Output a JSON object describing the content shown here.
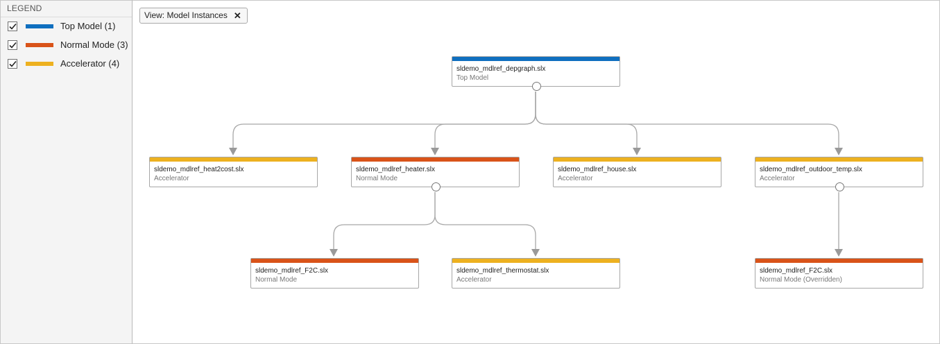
{
  "legend": {
    "title": "LEGEND",
    "items": [
      {
        "label": "Top Model (1)",
        "color": "#0f6fbf",
        "checked": true
      },
      {
        "label": "Normal Mode (3)",
        "color": "#d95319",
        "checked": true
      },
      {
        "label": "Accelerator (4)",
        "color": "#edb120",
        "checked": true
      }
    ]
  },
  "view": {
    "label": "View: Model Instances",
    "close_icon": "close-icon"
  },
  "nodes": [
    {
      "id": "depgraph",
      "name": "sldemo_mdlref_depgraph.slx",
      "mode": "Top Model",
      "color": "#0f6fbf"
    },
    {
      "id": "heat2cost",
      "name": "sldemo_mdlref_heat2cost.slx",
      "mode": "Accelerator",
      "color": "#edb120"
    },
    {
      "id": "heater",
      "name": "sldemo_mdlref_heater.slx",
      "mode": "Normal Mode",
      "color": "#d95319"
    },
    {
      "id": "house",
      "name": "sldemo_mdlref_house.slx",
      "mode": "Accelerator",
      "color": "#edb120"
    },
    {
      "id": "outdoor_temp",
      "name": "sldemo_mdlref_outdoor_temp.slx",
      "mode": "Accelerator",
      "color": "#edb120"
    },
    {
      "id": "f2c_a",
      "name": "sldemo_mdlref_F2C.slx",
      "mode": "Normal Mode",
      "color": "#d95319"
    },
    {
      "id": "thermostat",
      "name": "sldemo_mdlref_thermostat.slx",
      "mode": "Accelerator",
      "color": "#edb120"
    },
    {
      "id": "f2c_b",
      "name": "sldemo_mdlref_F2C.slx",
      "mode": "Normal Mode (Overridden)",
      "color": "#d95319"
    }
  ],
  "edges": [
    {
      "from": "depgraph",
      "to": "heat2cost"
    },
    {
      "from": "depgraph",
      "to": "heater"
    },
    {
      "from": "depgraph",
      "to": "house"
    },
    {
      "from": "depgraph",
      "to": "outdoor_temp"
    },
    {
      "from": "heater",
      "to": "f2c_a"
    },
    {
      "from": "heater",
      "to": "thermostat"
    },
    {
      "from": "outdoor_temp",
      "to": "f2c_b"
    }
  ]
}
